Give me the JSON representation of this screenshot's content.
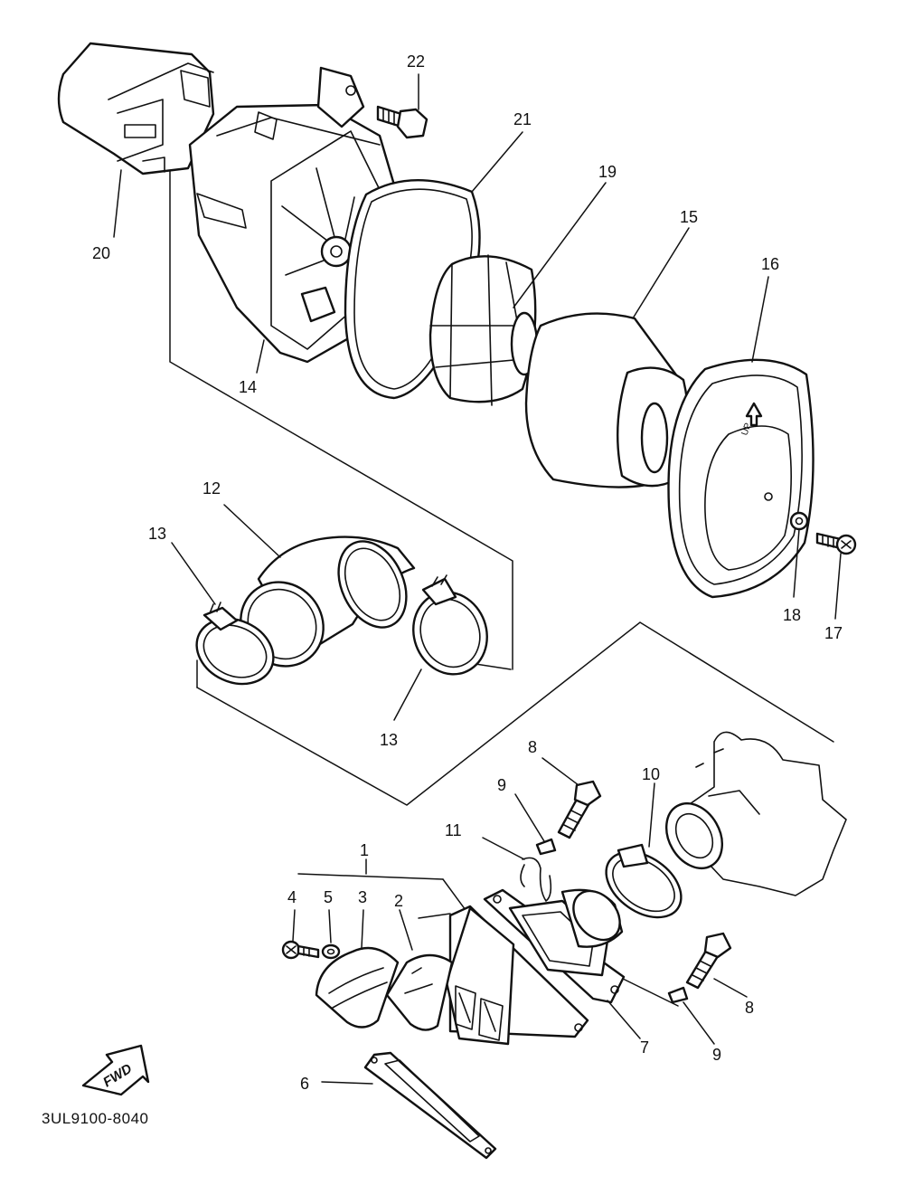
{
  "callouts": {
    "c1": "1",
    "c2": "2",
    "c3": "3",
    "c4": "4",
    "c5": "5",
    "c6": "6",
    "c7": "7",
    "c8a": "8",
    "c8b": "8",
    "c9a": "9",
    "c9b": "9",
    "c10": "10",
    "c11": "11",
    "c12": "12",
    "c13a": "13",
    "c13b": "13",
    "c14": "14",
    "c15": "15",
    "c16": "16",
    "c17": "17",
    "c18": "18",
    "c19": "19",
    "c20": "20",
    "c21": "21",
    "c22": "22"
  },
  "direction_label": "FWD",
  "cover_label": "UP",
  "diagram_code": "3UL9100-8040"
}
